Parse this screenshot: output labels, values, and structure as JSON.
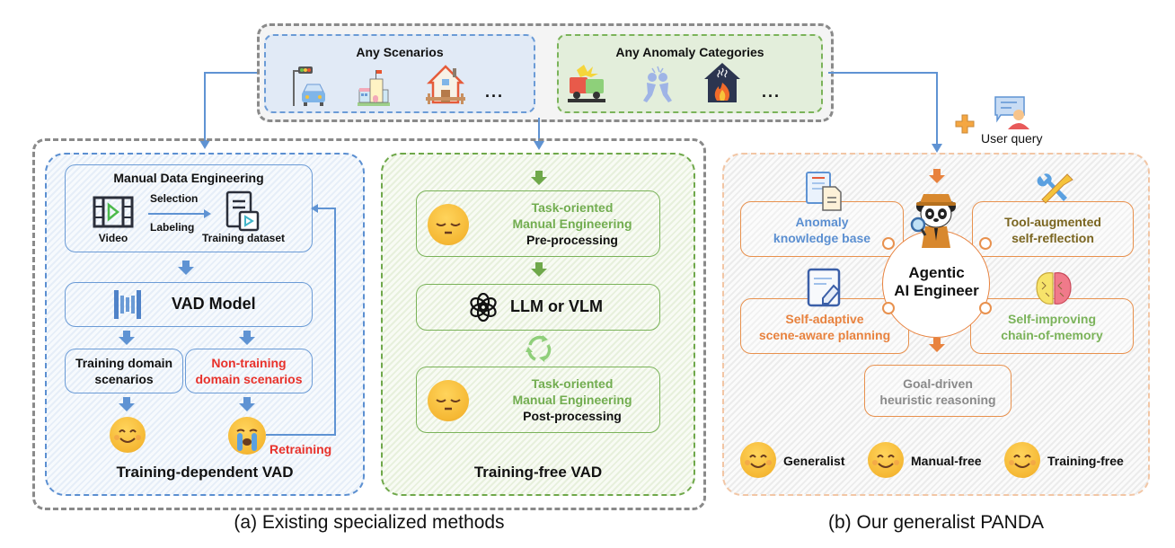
{
  "top_inputs": {
    "scenarios": {
      "title": "Any Scenarios",
      "icons": [
        "traffic-light-car-icon",
        "school-building-icon",
        "house-icon"
      ],
      "more": "..."
    },
    "anomalies": {
      "title": "Any Anomaly Categories",
      "icons": [
        "car-crash-icon",
        "fighting-icon",
        "house-fire-icon"
      ],
      "more": "..."
    }
  },
  "panel_a": {
    "caption": "(a) Existing specialized methods",
    "training_dependent": {
      "title": "Training-dependent VAD",
      "manual_data_engineering": {
        "title": "Manual Data Engineering",
        "video_label": "Video",
        "selection_label": "Selection",
        "labeling_label": "Labeling",
        "dataset_label": "Training dataset"
      },
      "vad_model_label": "VAD Model",
      "training_domain_label": [
        "Training domain",
        "scenarios"
      ],
      "non_training_domain_label": [
        "Non-training",
        "domain scenarios"
      ],
      "retraining_label": "Retraining"
    },
    "training_free": {
      "title": "Training-free VAD",
      "pre_box": {
        "line1": "Task-oriented",
        "line2": "Manual Engineering",
        "line3": "Pre-processing"
      },
      "llm_label": "LLM or VLM",
      "post_box": {
        "line1": "Task-oriented",
        "line2": "Manual Engineering",
        "line3": "Post-processing"
      }
    }
  },
  "panel_b": {
    "caption": "(b) Our generalist PANDA",
    "user_query_label": "User query",
    "center_label": [
      "Agentic",
      "AI Engineer"
    ],
    "modules": {
      "knowledge": [
        "Anomaly",
        "knowledge base"
      ],
      "tool": [
        "Tool-augmented",
        "self-reflection"
      ],
      "planning": [
        "Self-adaptive",
        "scene-aware planning"
      ],
      "memory": [
        "Self-improving",
        "chain-of-memory"
      ],
      "reasoning": [
        "Goal-driven",
        "heuristic reasoning"
      ]
    },
    "properties": [
      "Generalist",
      "Manual-free",
      "Training-free"
    ]
  },
  "colors": {
    "blue_accent": "#5f93d3",
    "green_accent": "#6fa84a",
    "orange_accent": "#e8914e",
    "red_text": "#e8312a",
    "knowledge_text": "#5b8fd1",
    "tool_text": "#7a6520",
    "planning_text": "#e8823e",
    "memory_text": "#7bb35a",
    "reasoning_text": "#8a8a8a"
  }
}
